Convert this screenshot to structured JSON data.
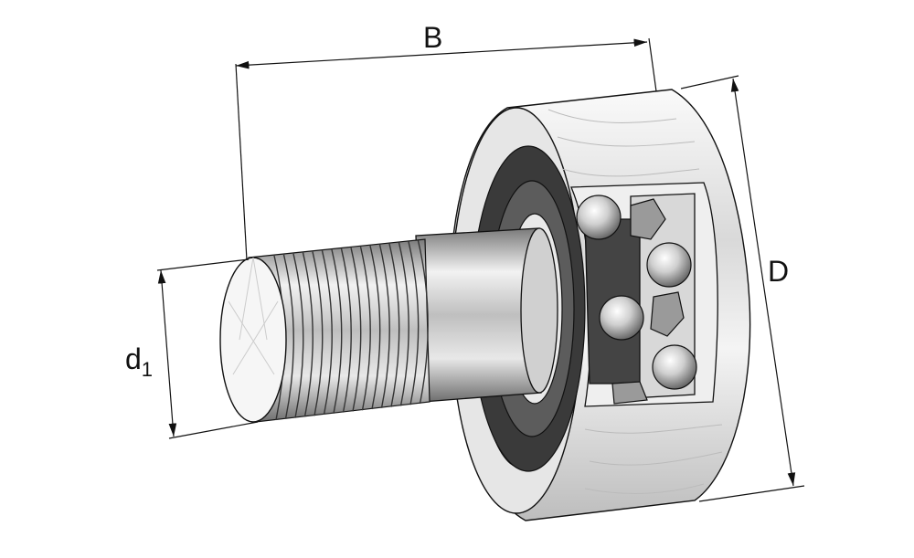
{
  "labels": {
    "width": "B",
    "outer_diameter": "D",
    "stud_diameter_base": "d",
    "stud_diameter_sub": "1"
  },
  "colors": {
    "line": "#111111",
    "steel_light": "#f2f2f2",
    "steel_mid": "#c8c8c8",
    "steel_dark": "#8a8a8a",
    "seal": "#3a3a3a"
  }
}
